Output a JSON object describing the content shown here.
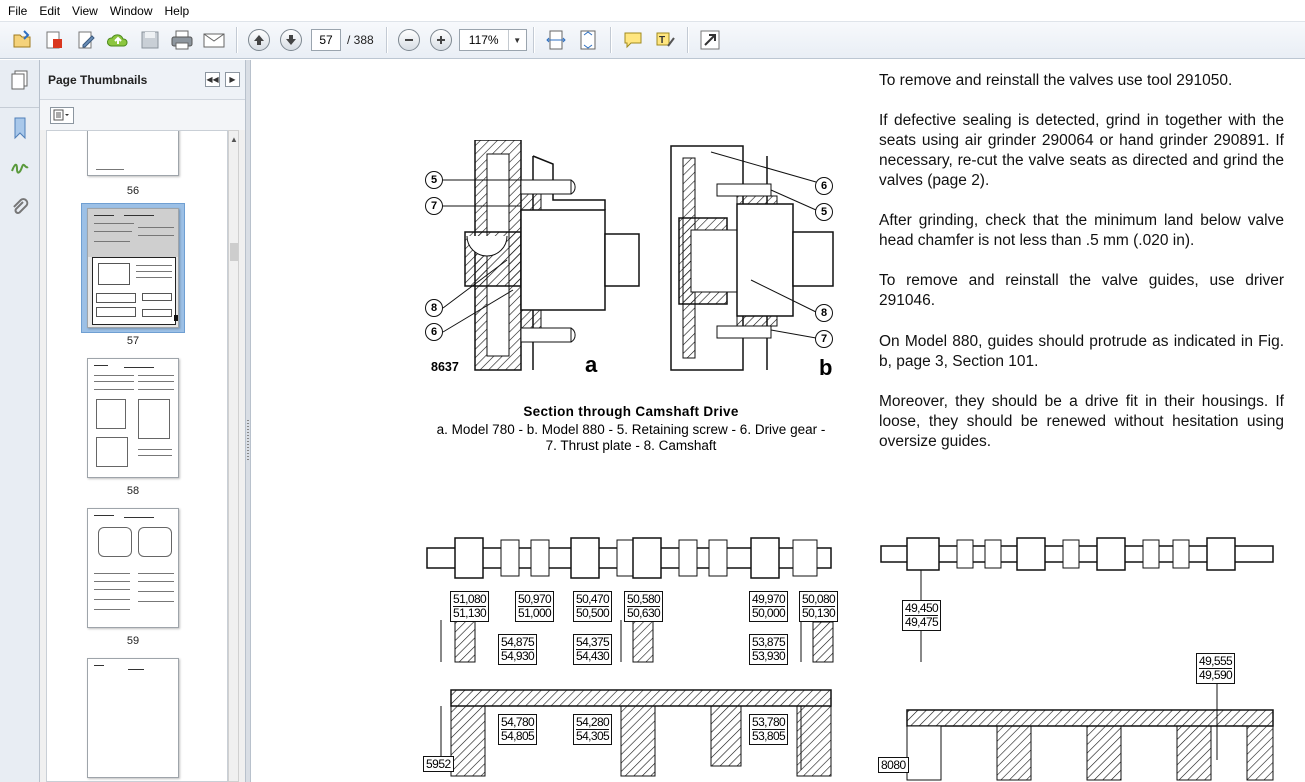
{
  "menu": [
    "File",
    "Edit",
    "View",
    "Window",
    "Help"
  ],
  "toolbar": {
    "page_current": "57",
    "page_total": "/ 388",
    "zoom": "117%"
  },
  "thumbnails": {
    "title": "Page Thumbnails",
    "pages": [
      {
        "label": "56"
      },
      {
        "label": "57"
      },
      {
        "label": "58"
      },
      {
        "label": "59"
      }
    ]
  },
  "document": {
    "paragraphs": [
      "To remove and reinstall the valves use tool 291050.",
      "If defective sealing is detected, grind in together with the seats using air grinder 290064 or hand grinder 290891. If necessary, re-cut the valve seats as directed and grind the valves (page 2).",
      "After grinding, check that the minimum land below valve head chamfer is not less than .5 mm (.020 in).",
      "To remove and reinstall the valve guides, use driver 291046.",
      "On Model 880, guides should protrude as indicated in Fig. b, page 3, Section 101.",
      "Moreover, they should be a drive fit in their housings. If loose, they should be renewed without hesitation using oversize guides."
    ],
    "figure_top": {
      "code": "8637",
      "letter_a": "a",
      "letter_b": "b",
      "callouts_a": [
        "5",
        "7",
        "8",
        "6"
      ],
      "callouts_b": [
        "6",
        "5",
        "8",
        "7"
      ],
      "caption_title": "Section through Camshaft Drive",
      "caption_line1": "a. Model 780 - b. Model 880 - 5. Retaining screw - 6. Drive gear -",
      "caption_line2": "7. Thrust plate - 8. Camshaft"
    },
    "figure_left": {
      "code": "5952",
      "journals": [
        {
          "top": "51,080",
          "bottom": "51,130"
        },
        {
          "top": "50,970",
          "bottom": "51,000"
        },
        {
          "top": "50,470",
          "bottom": "50,500"
        },
        {
          "top": "50,580",
          "bottom": "50,630"
        },
        {
          "top": "49,970",
          "bottom": "50,000"
        },
        {
          "top": "50,080",
          "bottom": "50,130"
        }
      ],
      "bushings": [
        {
          "top": "54,875",
          "bottom": "54,930"
        },
        {
          "top": "54,375",
          "bottom": "54,430"
        },
        {
          "top": "53,875",
          "bottom": "53,930"
        }
      ],
      "housings": [
        {
          "top": "54,780",
          "bottom": "54,805"
        },
        {
          "top": "54,280",
          "bottom": "54,305"
        },
        {
          "top": "53,780",
          "bottom": "53,805"
        }
      ]
    },
    "figure_right": {
      "code": "8080",
      "journal": {
        "top": "49,450",
        "bottom": "49,475"
      },
      "housing": {
        "top": "49,555",
        "bottom": "49,590"
      }
    }
  }
}
